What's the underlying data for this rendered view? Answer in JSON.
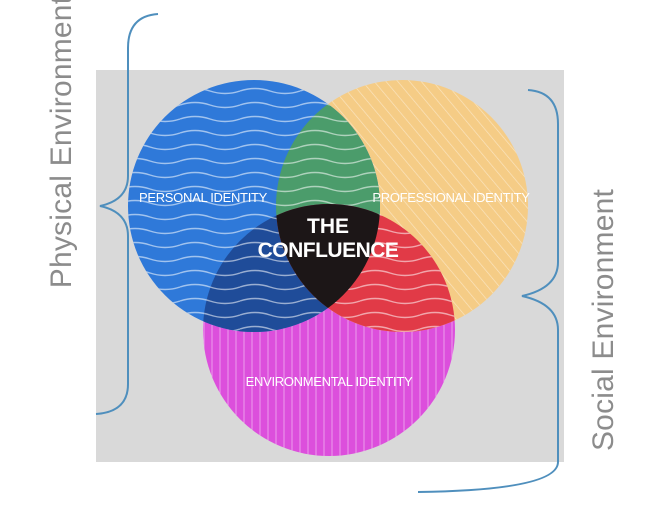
{
  "diagram": {
    "circles": {
      "personal": {
        "label": "PERSONAL IDENTITY",
        "color": "#2f79d9"
      },
      "professional": {
        "label": "PROFESSIONAL IDENTITY",
        "color": "#f5cc86"
      },
      "environmental": {
        "label": "ENVIRONMENTAL IDENTITY",
        "color": "#dc4fdc"
      }
    },
    "overlaps": {
      "personal_professional": "#4b9c6b",
      "personal_environmental": "#1f4c99",
      "professional_environmental": "#e13a47"
    },
    "center": {
      "line1": "THE",
      "line2": "CONFLUENCE",
      "color": "#1c1617"
    },
    "background_color": "#d9d9d9",
    "brackets": {
      "physical": "Physical Environment",
      "social": "Social Environment",
      "color": "#4f8fbd"
    }
  }
}
